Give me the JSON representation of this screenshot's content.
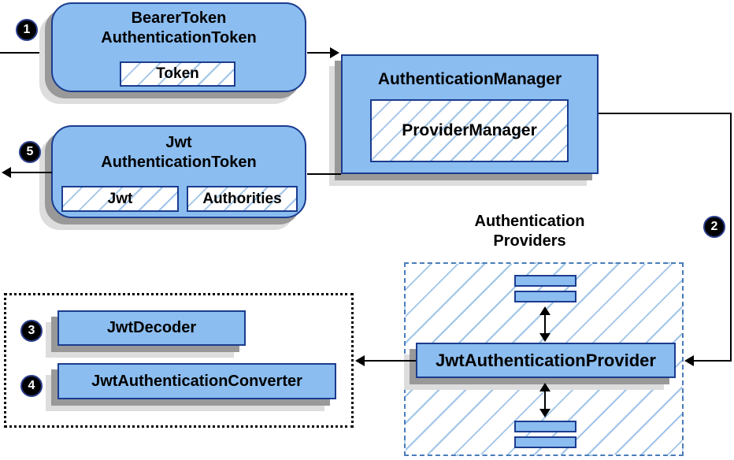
{
  "colors": {
    "node_fill": "#8bbdf0",
    "node_border": "#1b3c8f",
    "hatch_stripe": "#a0c4e8",
    "dashed_border": "#4a7cb8",
    "shadow_dark": "#999999",
    "shadow_light": "#dddddd",
    "line": "#000000"
  },
  "nodes": {
    "bearer_token": {
      "title_line1": "BearerToken",
      "title_line2": "AuthenticationToken",
      "field": "Token"
    },
    "authentication_manager": {
      "title": "AuthenticationManager",
      "inner": "ProviderManager"
    },
    "jwt_authentication_token": {
      "title_line1": "Jwt",
      "title_line2": "AuthenticationToken",
      "field1": "Jwt",
      "field2": "Authorities"
    },
    "jwt_authentication_provider": {
      "label": "JwtAuthenticationProvider"
    },
    "jwt_decoder": {
      "label": "JwtDecoder"
    },
    "jwt_authentication_converter": {
      "label": "JwtAuthenticationConverter"
    }
  },
  "labels": {
    "providers_group_line1": "Authentication",
    "providers_group_line2": "Providers"
  },
  "badges": {
    "step1": "1",
    "step2": "2",
    "step3": "3",
    "step4": "4",
    "step5": "5"
  }
}
